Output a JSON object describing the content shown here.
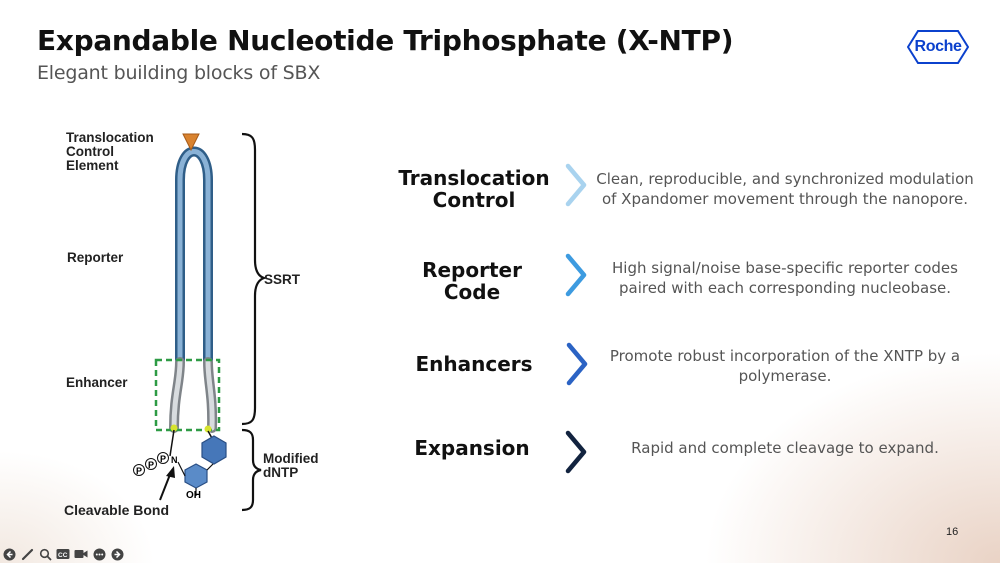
{
  "slide": {
    "title": "Expandable Nucleotide Triphosphate (X-NTP)",
    "subtitle": "Elegant building blocks of SBX",
    "logo_text": "Roche",
    "page_number": "16"
  },
  "diagram": {
    "labels": {
      "translocation_control_element": "Translocation\nControl\nElement",
      "reporter": "Reporter",
      "enhancer": "Enhancer",
      "cleavable_bond": "Cleavable Bond",
      "ssrt": "SSRT",
      "modified_dntp": "Modified\ndNTP",
      "oh": "OH",
      "phosphate": "P",
      "nitrogen": "N"
    }
  },
  "features": [
    {
      "title": "Translocation\nControl",
      "description": "Clean, reproducible, and synchronized modulation of Xpandomer movement through the nanopore.",
      "chevron_color": "#a9d3ef"
    },
    {
      "title": "Reporter\nCode",
      "description": "High signal/noise base-specific reporter codes paired with each corresponding nucleobase.",
      "chevron_color": "#3d9be0"
    },
    {
      "title": "Enhancers",
      "description": "Promote robust incorporation of the XNTP by a polymerase.",
      "chevron_color": "#2b63c4"
    },
    {
      "title": "Expansion",
      "description": "Rapid and complete cleavage to expand.",
      "chevron_color": "#12233f"
    }
  ],
  "toolbar": {
    "buttons": [
      "back-icon",
      "pen-icon",
      "zoom-icon",
      "captions-icon",
      "camera-icon",
      "more-icon",
      "forward-icon"
    ]
  }
}
